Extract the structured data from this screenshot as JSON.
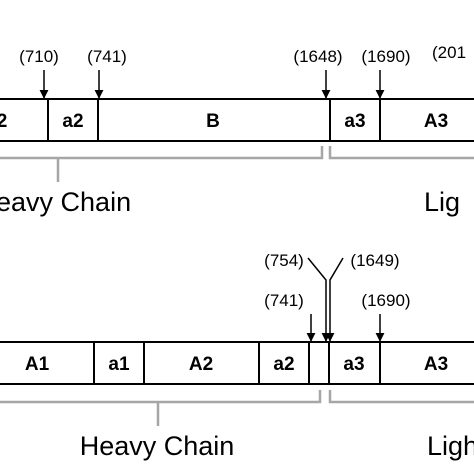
{
  "colors": {
    "brace": "#a6a6a6",
    "stroke": "#000000",
    "fill": "#ffffff"
  },
  "top": {
    "sites": [
      "(710)",
      "(741)",
      "(1648)",
      "(1690)",
      "(201"
    ],
    "domains": [
      "2",
      "a2",
      "B",
      "a3",
      "A3"
    ],
    "chains": [
      "eavy Chain",
      "Lig"
    ]
  },
  "bottom": {
    "sites": [
      "(754)",
      "(1649)",
      "(741)",
      "(1690)"
    ],
    "domains": [
      "A1",
      "a1",
      "A2",
      "a2",
      "a3",
      "A3"
    ],
    "chains": [
      "Heavy Chain",
      "Ligh"
    ]
  }
}
